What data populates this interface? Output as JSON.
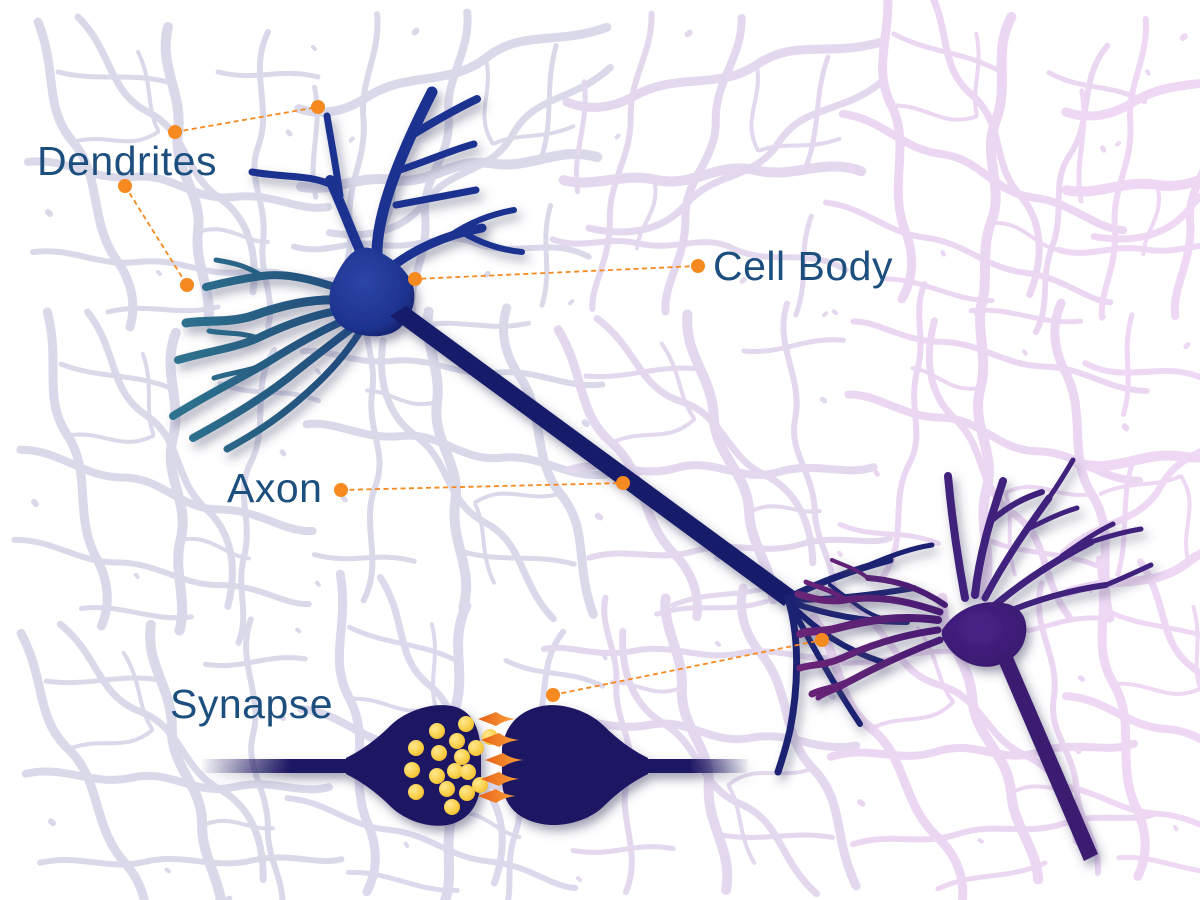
{
  "diagram": {
    "type": "labeled-anatomy-illustration",
    "subject": "Neuron anatomy with synapse detail",
    "labels": {
      "dendrites": "Dendrites",
      "cell_body": "Cell Body",
      "axon": "Axon",
      "synapse": "Synapse"
    },
    "parts": [
      "presynaptic-neuron",
      "postsynaptic-neuron",
      "axon-terminal",
      "synapse-closeup"
    ],
    "colors": {
      "label_text": "#1d4f7e",
      "leader_accent": "#f6891f",
      "neuron1_body_navy": "#1e3390",
      "neuron1_dendrite_teal": "#2f7591",
      "neuron2_body_purple": "#3b1a72",
      "neuron2_dendrite_magenta": "#5e2173",
      "synapse_bulb_navy": "#1b1464",
      "vesicle_yellow": "#f8cd43",
      "receptor_orange": "#ef7a1e",
      "background_web_left": "#d9d9ea",
      "background_web_middle": "#e3d8ee",
      "background_web_right": "#eed8f3"
    },
    "counts": {
      "leader_lines": 5,
      "leader_dots": 10,
      "gap_vesicles": 14,
      "terminal_vesicles": 3,
      "receptors": 5
    }
  }
}
